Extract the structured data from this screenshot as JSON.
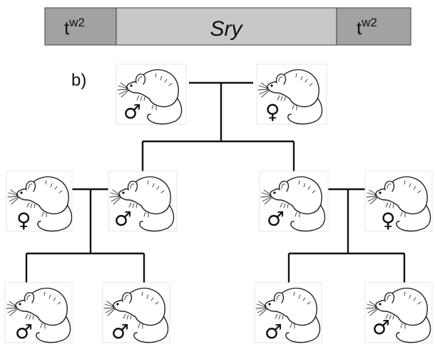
{
  "construct": {
    "segments": [
      {
        "base": "t",
        "sup": "w2"
      },
      {
        "base": "Sry",
        "sup": ""
      },
      {
        "base": "t",
        "sup": "w2"
      }
    ],
    "colors": {
      "flank": "#a2a2a2",
      "middle": "#c8c8c8",
      "border": "#555555"
    }
  },
  "panel_label": "b)",
  "pedigree": {
    "generation_1": [
      {
        "sex": "♂",
        "role": "male"
      },
      {
        "sex": "♀",
        "role": "female"
      }
    ],
    "generation_2": [
      {
        "sex": "♀",
        "role": "female"
      },
      {
        "sex": "♂",
        "role": "male"
      },
      {
        "sex": "♂",
        "role": "male"
      },
      {
        "sex": "♀",
        "role": "female"
      }
    ],
    "generation_3": [
      {
        "sex": "♂",
        "role": "male"
      },
      {
        "sex": "♂",
        "role": "male"
      },
      {
        "sex": "♂",
        "role": "male"
      },
      {
        "sex": "♂",
        "role": "male"
      }
    ]
  }
}
